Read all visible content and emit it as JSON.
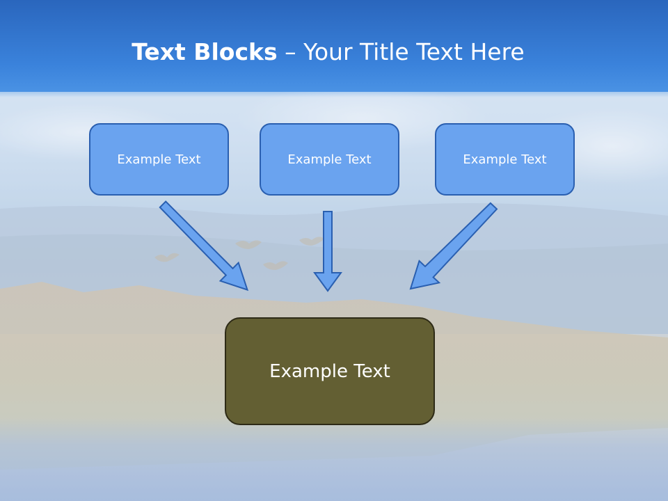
{
  "title": {
    "bold_part": "Text Blocks",
    "separator": " – ",
    "regular_part": "Your Title Text Here"
  },
  "blocks": [
    {
      "label": "Example Text"
    },
    {
      "label": "Example Text"
    },
    {
      "label": "Example Text"
    }
  ],
  "center_block": {
    "label": "Example Text"
  },
  "colors": {
    "title_bar": "#3a82db",
    "small_box_fill": "#6aa3ef",
    "small_box_border": "#2a5fb0",
    "center_box_fill": "#635f33",
    "arrow_fill": "#6aa3ef",
    "arrow_stroke": "#2a5fb0"
  }
}
